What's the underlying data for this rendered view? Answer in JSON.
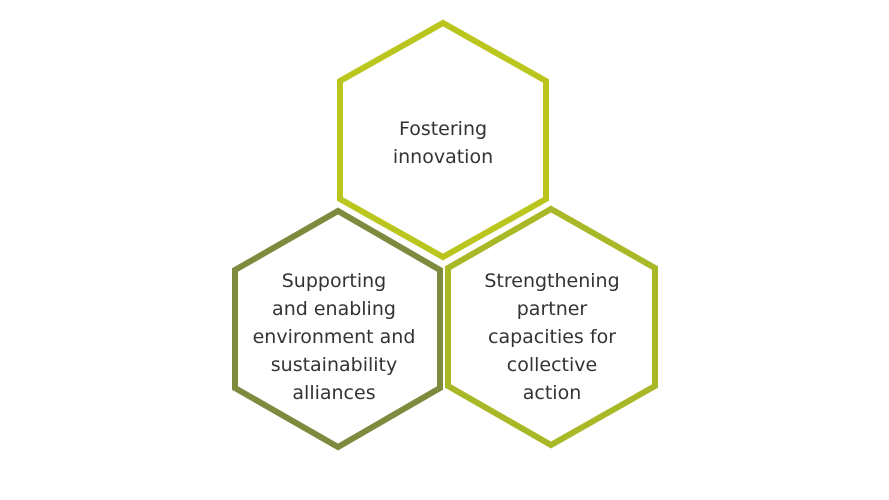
{
  "colors": {
    "top_hex": "#bac51e",
    "left_hex": "#7e8b3f",
    "right_hex": "#a9b826",
    "text": "#333333",
    "background": "#ffffff"
  },
  "hexagons": {
    "top": {
      "lines": [
        "Fostering",
        "innovation"
      ]
    },
    "left": {
      "lines": [
        "Supporting",
        "and enabling",
        "environment and",
        "sustainability",
        "alliances"
      ]
    },
    "right": {
      "lines": [
        "Strengthening",
        "partner",
        "capacities for",
        "collective",
        "action"
      ]
    }
  }
}
